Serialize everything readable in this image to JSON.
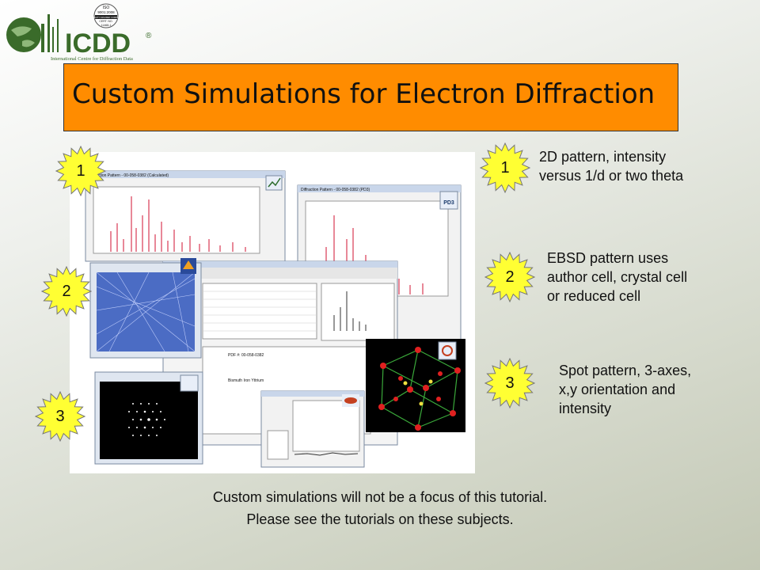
{
  "logo": {
    "wordmark": "ICDD",
    "registered": "®",
    "subtitle": "International Centre for Diffraction Data",
    "iso_badge": [
      "ISO",
      "9001:2008",
      "QUALITY ASSURED COMPANY",
      "CERT. NO.",
      "11468-1"
    ]
  },
  "title": "Custom Simulations for Electron Diffraction",
  "screenshot": {
    "window_titles": [
      "Diffraction Pattern - 00-058-0382 (Calculated)",
      "Diffraction Pattern - 00-058-0382 (PD3)"
    ],
    "badge": "PD3",
    "pdf_label": "PDF #: 00-058-0382",
    "compound": "Bismuth Iron Yttrium"
  },
  "badges": [
    {
      "number": "1"
    },
    {
      "number": "2"
    },
    {
      "number": "3"
    },
    {
      "number": "1"
    },
    {
      "number": "2"
    },
    {
      "number": "3"
    }
  ],
  "descriptions": [
    {
      "lines": [
        "2D pattern, intensity",
        "versus 1/d or two theta"
      ]
    },
    {
      "lines": [
        "EBSD pattern uses",
        "author cell, crystal cell",
        "or reduced cell"
      ]
    },
    {
      "lines": [
        "Spot pattern, 3-axes,",
        "x,y orientation and",
        "intensity"
      ]
    }
  ],
  "footer": {
    "line1": "Custom simulations will not be a focus of this tutorial.",
    "line2": "Please see the tutorials on these subjects."
  },
  "colors": {
    "title_bg": "#ff8c00",
    "burst": "#ffff33",
    "logo_green": "#3a6b2a"
  }
}
